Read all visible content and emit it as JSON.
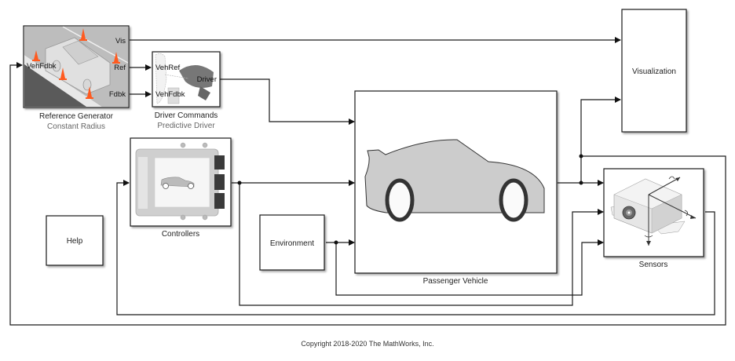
{
  "diagram": {
    "copyright": "Copyright 2018-2020 The MathWorks, Inc.",
    "blocks": {
      "reference_generator": {
        "name": "Reference Generator",
        "variant": "Constant Radius",
        "ports_in": [
          "VehFdbk"
        ],
        "ports_out": [
          "Vis",
          "Ref",
          "Fdbk"
        ]
      },
      "driver_commands": {
        "name": "Driver Commands",
        "variant": "Predictive Driver",
        "ports_in": [
          "VehRef",
          "VehFdbk"
        ],
        "ports_out": [
          "Driver"
        ]
      },
      "controllers": {
        "name": "Controllers"
      },
      "passenger_vehicle": {
        "name": "Passenger Vehicle"
      },
      "environment": {
        "name": "Environment"
      },
      "visualization": {
        "name": "Visualization"
      },
      "sensors": {
        "name": "Sensors"
      },
      "help": {
        "name": "Help"
      }
    },
    "colors": {
      "wire": "#1a1a1a",
      "block_border": "#1a1a1a",
      "road_dark": "#5a5a5a",
      "road_light": "#c8c8c8",
      "cone": "#ff5a1f",
      "car_body": "#cccccc",
      "tire": "#333333"
    }
  }
}
